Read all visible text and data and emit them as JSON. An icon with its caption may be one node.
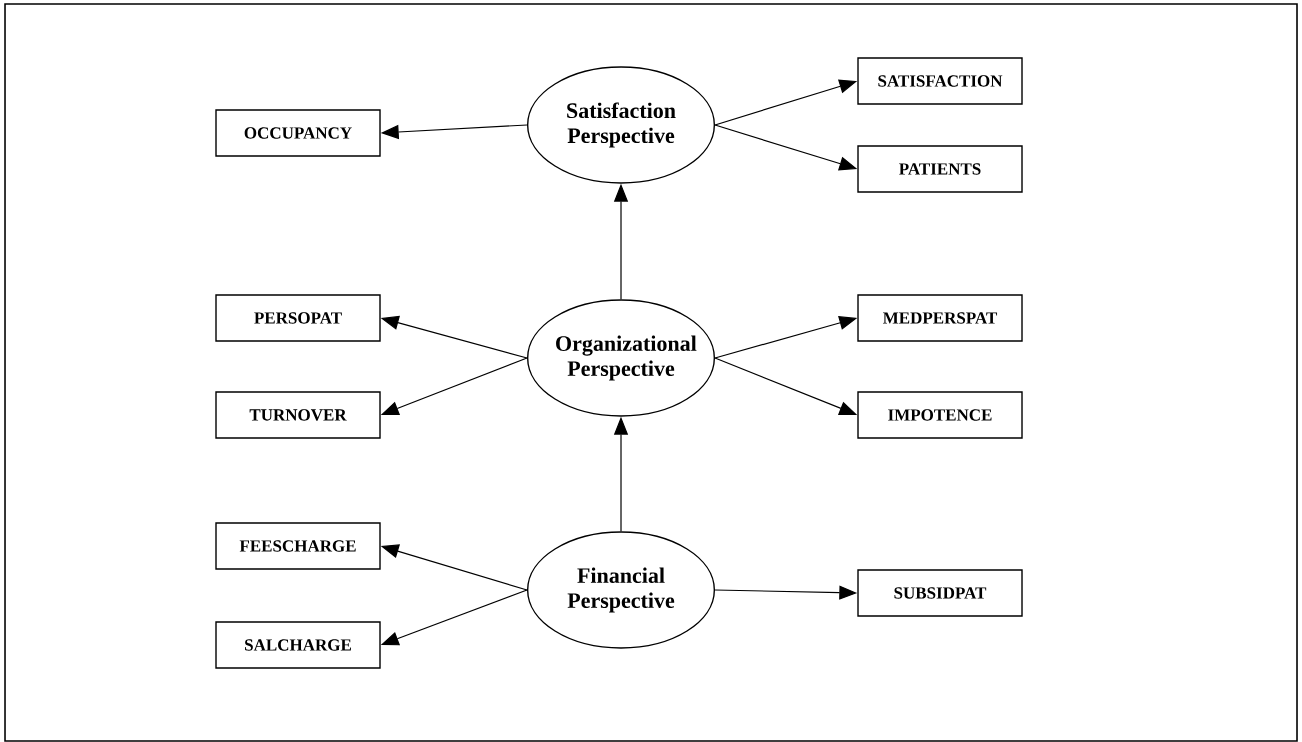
{
  "diagram": {
    "nodes": [
      {
        "text": [
          "Satisfaction Perspective"
        ]
      },
      {
        "text": [
          "OCCUPANCY"
        ]
      },
      {
        "text": [
          "SATISFACTION"
        ]
      },
      {
        "text": [
          "PATIENTS"
        ]
      },
      {
        "text": [
          "Organizational Perspective"
        ]
      },
      {
        "text": [
          "PERSOPAT"
        ]
      },
      {
        "text": [
          "TURNOVER"
        ]
      },
      {
        "text": [
          "MEDPERSPAT"
        ]
      },
      {
        "text": [
          "IMPOTENCE"
        ]
      },
      {
        "text": [
          "Financial Perspective"
        ]
      },
      {
        "text": [
          "FEESCHARGE"
        ]
      },
      {
        "text": [
          "SALCHARGE"
        ]
      },
      {
        "text": [
          "SUBSIDPAT"
        ]
      }
    ],
    "edges": [
      {
        "from": 0,
        "to": 1,
        "arrow": "to"
      },
      {
        "from": 0,
        "to": 2,
        "arrow": "to"
      },
      {
        "from": 0,
        "to": 3,
        "arrow": "to"
      },
      {
        "from": 4,
        "to": 0,
        "arrow": "to"
      },
      {
        "from": 4,
        "to": 5,
        "arrow": "to"
      },
      {
        "from": 4,
        "to": 6,
        "arrow": "to"
      },
      {
        "from": 4,
        "to": 7,
        "arrow": "to"
      },
      {
        "from": 4,
        "to": 8,
        "arrow": "to"
      },
      {
        "from": 9,
        "to": 4,
        "arrow": "to"
      },
      {
        "from": 9,
        "to": 10,
        "arrow": "to"
      },
      {
        "from": 9,
        "to": 11,
        "arrow": "to"
      },
      {
        "from": 9,
        "to": 12,
        "arrow": "to"
      }
    ]
  }
}
